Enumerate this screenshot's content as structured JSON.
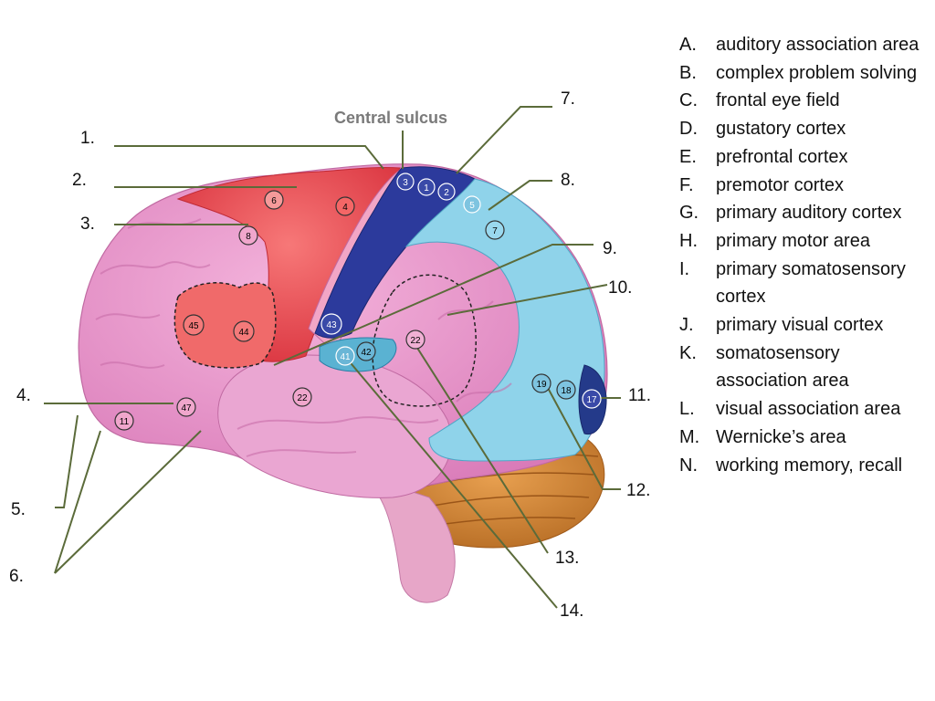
{
  "central_sulcus": "Central sulcus",
  "labels": [
    "1.",
    "2.",
    "3.",
    "4.",
    "5.",
    "6.",
    "7.",
    "8.",
    "9.",
    "10.",
    "11.",
    "12.",
    "13.",
    "14."
  ],
  "area_numbers": {
    "a6": "6",
    "a4": "4",
    "a3": "3",
    "a1": "1",
    "a2": "2",
    "a5": "5",
    "a7": "7",
    "a8": "8",
    "a45": "45",
    "a44": "44",
    "a43": "43",
    "a41": "41",
    "a42": "42",
    "a22a": "22",
    "a22b": "22",
    "a47": "47",
    "a11": "11",
    "a19": "19",
    "a18": "18",
    "a17": "17"
  },
  "key": [
    {
      "letter": "A.",
      "text": "auditory association area"
    },
    {
      "letter": "B.",
      "text": "complex problem solving"
    },
    {
      "letter": "C.",
      "text": "frontal eye field"
    },
    {
      "letter": "D.",
      "text": "gustatory cortex"
    },
    {
      "letter": "E.",
      "text": "prefrontal cortex"
    },
    {
      "letter": "F.",
      "text": "premotor cortex"
    },
    {
      "letter": "G.",
      "text": "primary auditory cortex"
    },
    {
      "letter": "H.",
      "text": "primary motor area"
    },
    {
      "letter": "I.",
      "text": "primary somatosensory cortex"
    },
    {
      "letter": "J.",
      "text": "primary visual cortex"
    },
    {
      "letter": "K.",
      "text": "somatosensory association area"
    },
    {
      "letter": "L.",
      "text": "visual association area"
    },
    {
      "letter": "M.",
      "text": "Wernicke’s area"
    },
    {
      "letter": "N.",
      "text": "working memory, recall"
    }
  ],
  "colors": {
    "prefrontal": "#e9a0cf",
    "premotor": "#f04a5a",
    "motor": "#f0b8d8",
    "somatosensory": "#2a3a9a",
    "association": "#8fd4e8",
    "visual_primary": "#243a8a",
    "cerebellum": "#d78a36",
    "line": "#5b6b3a"
  }
}
